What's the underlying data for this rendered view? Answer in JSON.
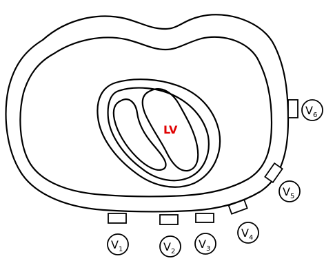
{
  "diagram": {
    "chamber_label": "LV",
    "chamber_label_color": "#e00000",
    "leads": [
      {
        "letter": "V",
        "sub": "1"
      },
      {
        "letter": "V",
        "sub": "2"
      },
      {
        "letter": "V",
        "sub": "3"
      },
      {
        "letter": "V",
        "sub": "4"
      },
      {
        "letter": "V",
        "sub": "5"
      },
      {
        "letter": "V",
        "sub": "6"
      }
    ]
  }
}
